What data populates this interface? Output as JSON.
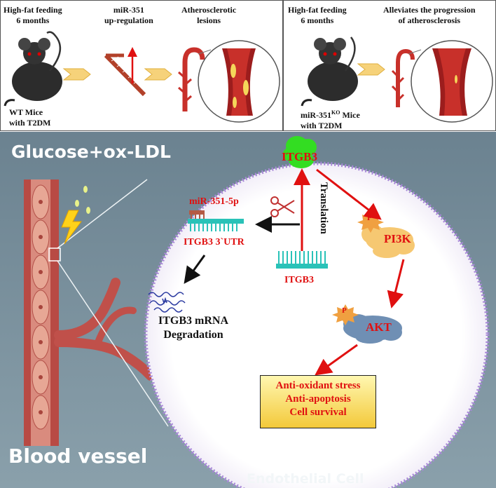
{
  "top_left": {
    "step1": [
      "High-fat feeding",
      "6 months"
    ],
    "step2": [
      "miR-351",
      "up-regulation"
    ],
    "step3": [
      "Atherosclerotic",
      "lesions"
    ],
    "mouse": [
      "WT Mice",
      "with T2DM"
    ]
  },
  "top_right": {
    "step1": [
      "High-fat feeding",
      "6 months"
    ],
    "step2": [
      "Alleviates the progression",
      "of atherosclerosis"
    ],
    "mouse_prefix": "miR-351",
    "mouse_sup": "KO",
    "mouse_suffix": " Mice",
    "mouse_line2": "with T2DM"
  },
  "bottom": {
    "stimulus": "Glucose+ox-LDL",
    "vessel": "Blood vessel",
    "cell": "Endothelial Cell",
    "receptor": "ITGB3",
    "translation": "Translation",
    "mirna": "miR-351-5p",
    "utr": "ITGB3 3`UTR",
    "gene": "ITGB3",
    "degradation": [
      "ITGB3 mRNA",
      "Degradation"
    ],
    "pi3k": "PI3K",
    "akt": "AKT",
    "phospho": "P",
    "outcomes": [
      "Anti-oxidant stress",
      "Anti-apoptosis",
      "Cell survival"
    ]
  },
  "colors": {
    "accent_red": "#e01010",
    "background": "#738a96",
    "receptor_green": "#33dd22",
    "box_fill": "#f3c93a"
  }
}
